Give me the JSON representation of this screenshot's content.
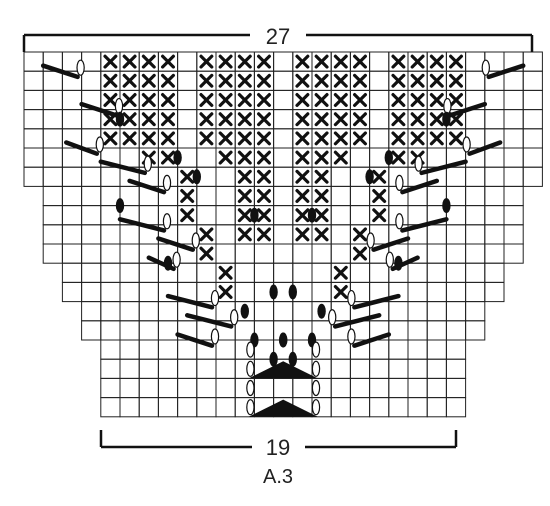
{
  "top_width_label": "27",
  "bottom_width_label": "19",
  "diagram_name": "A.3",
  "symbols": {
    "cross": "cross-stitch",
    "cable_left": "cable-left",
    "cable_right": "cable-right",
    "oval_filled": "filled-oval",
    "oval_open": "open-oval",
    "triangle": "filled-triangle"
  },
  "colors": {
    "ink": "#111111",
    "grid": "#222222",
    "bg": "#ffffff"
  }
}
